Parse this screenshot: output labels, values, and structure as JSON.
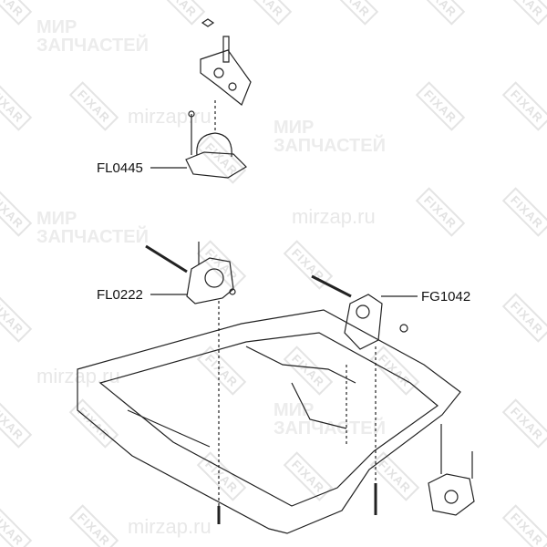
{
  "labels": {
    "top_mount": "FL0445",
    "left_mount": "FL0222",
    "right_mount": "FG1042"
  },
  "watermarks": {
    "brand": "FIXAR",
    "shop_name": "МИР ЗАПЧАСТЕЙ",
    "site": "mirzap.ru"
  },
  "colors": {
    "line": "#222222",
    "watermark": "#e2e2e2"
  }
}
